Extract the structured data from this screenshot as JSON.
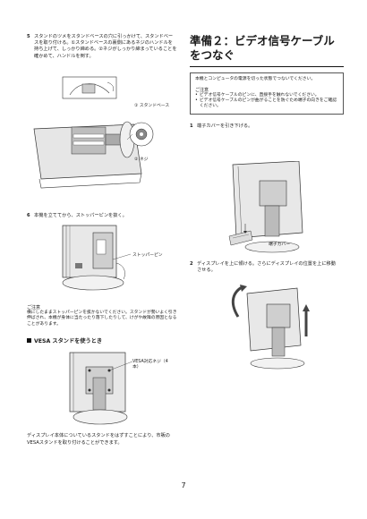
{
  "page_number": "7",
  "left": {
    "step5": {
      "num": "5",
      "text": "スタンドのツメをスタンドベースの穴に引っかけて、スタンドベースを取り付ける。①スタンドベースの裏側にあるネジのハンドルを持ち上げて、しっかり締める。②ネジがしっかり締まっていることを確かめて、ハンドルを倒す。"
    },
    "callout_stand_base": "① スタンドベース",
    "callout_screw": "② ネジ",
    "step6": {
      "num": "6",
      "text": "本機を立ててから、ストッパーピンを抜く。"
    },
    "callout_stopper": "ストッパーピン",
    "note": {
      "label": "ご注意",
      "text": "横にしたままストッパーピンを抜かないでください。スタンドが勢いよく引き伸ばされ、本機が身体に当たったり落下したりして、けがや故障の原因となることがあります。"
    },
    "vesa_heading": "VESA スタンドを使うとき",
    "callout_vesa": "VESA対応ネジ（4本）",
    "bottom_text": "ディスプレイ本体についているスタンドをはずすことにより、市販のVESAスタンドを取り付けることができます。"
  },
  "right": {
    "title": "準備２：ビデオ信号ケーブルをつなぐ",
    "box": {
      "intro": "本機とコンピュータの電源を切った状態でつないでください。",
      "label": "ご注意",
      "bullets": [
        "ビデオ信号ケーブルのピンに、直接手を触れないでください。",
        "ビデオ信号ケーブルのピンが曲がることを防ぐため端子の向きをご確認ください。"
      ]
    },
    "step1": {
      "num": "1",
      "text": "端子カバーを引き下げる。"
    },
    "callout_cover": "端子カバー",
    "step2": {
      "num": "2",
      "text": "ディスプレイを上に傾ける。さらにディスプレイの位置を上に移動させる。"
    }
  }
}
